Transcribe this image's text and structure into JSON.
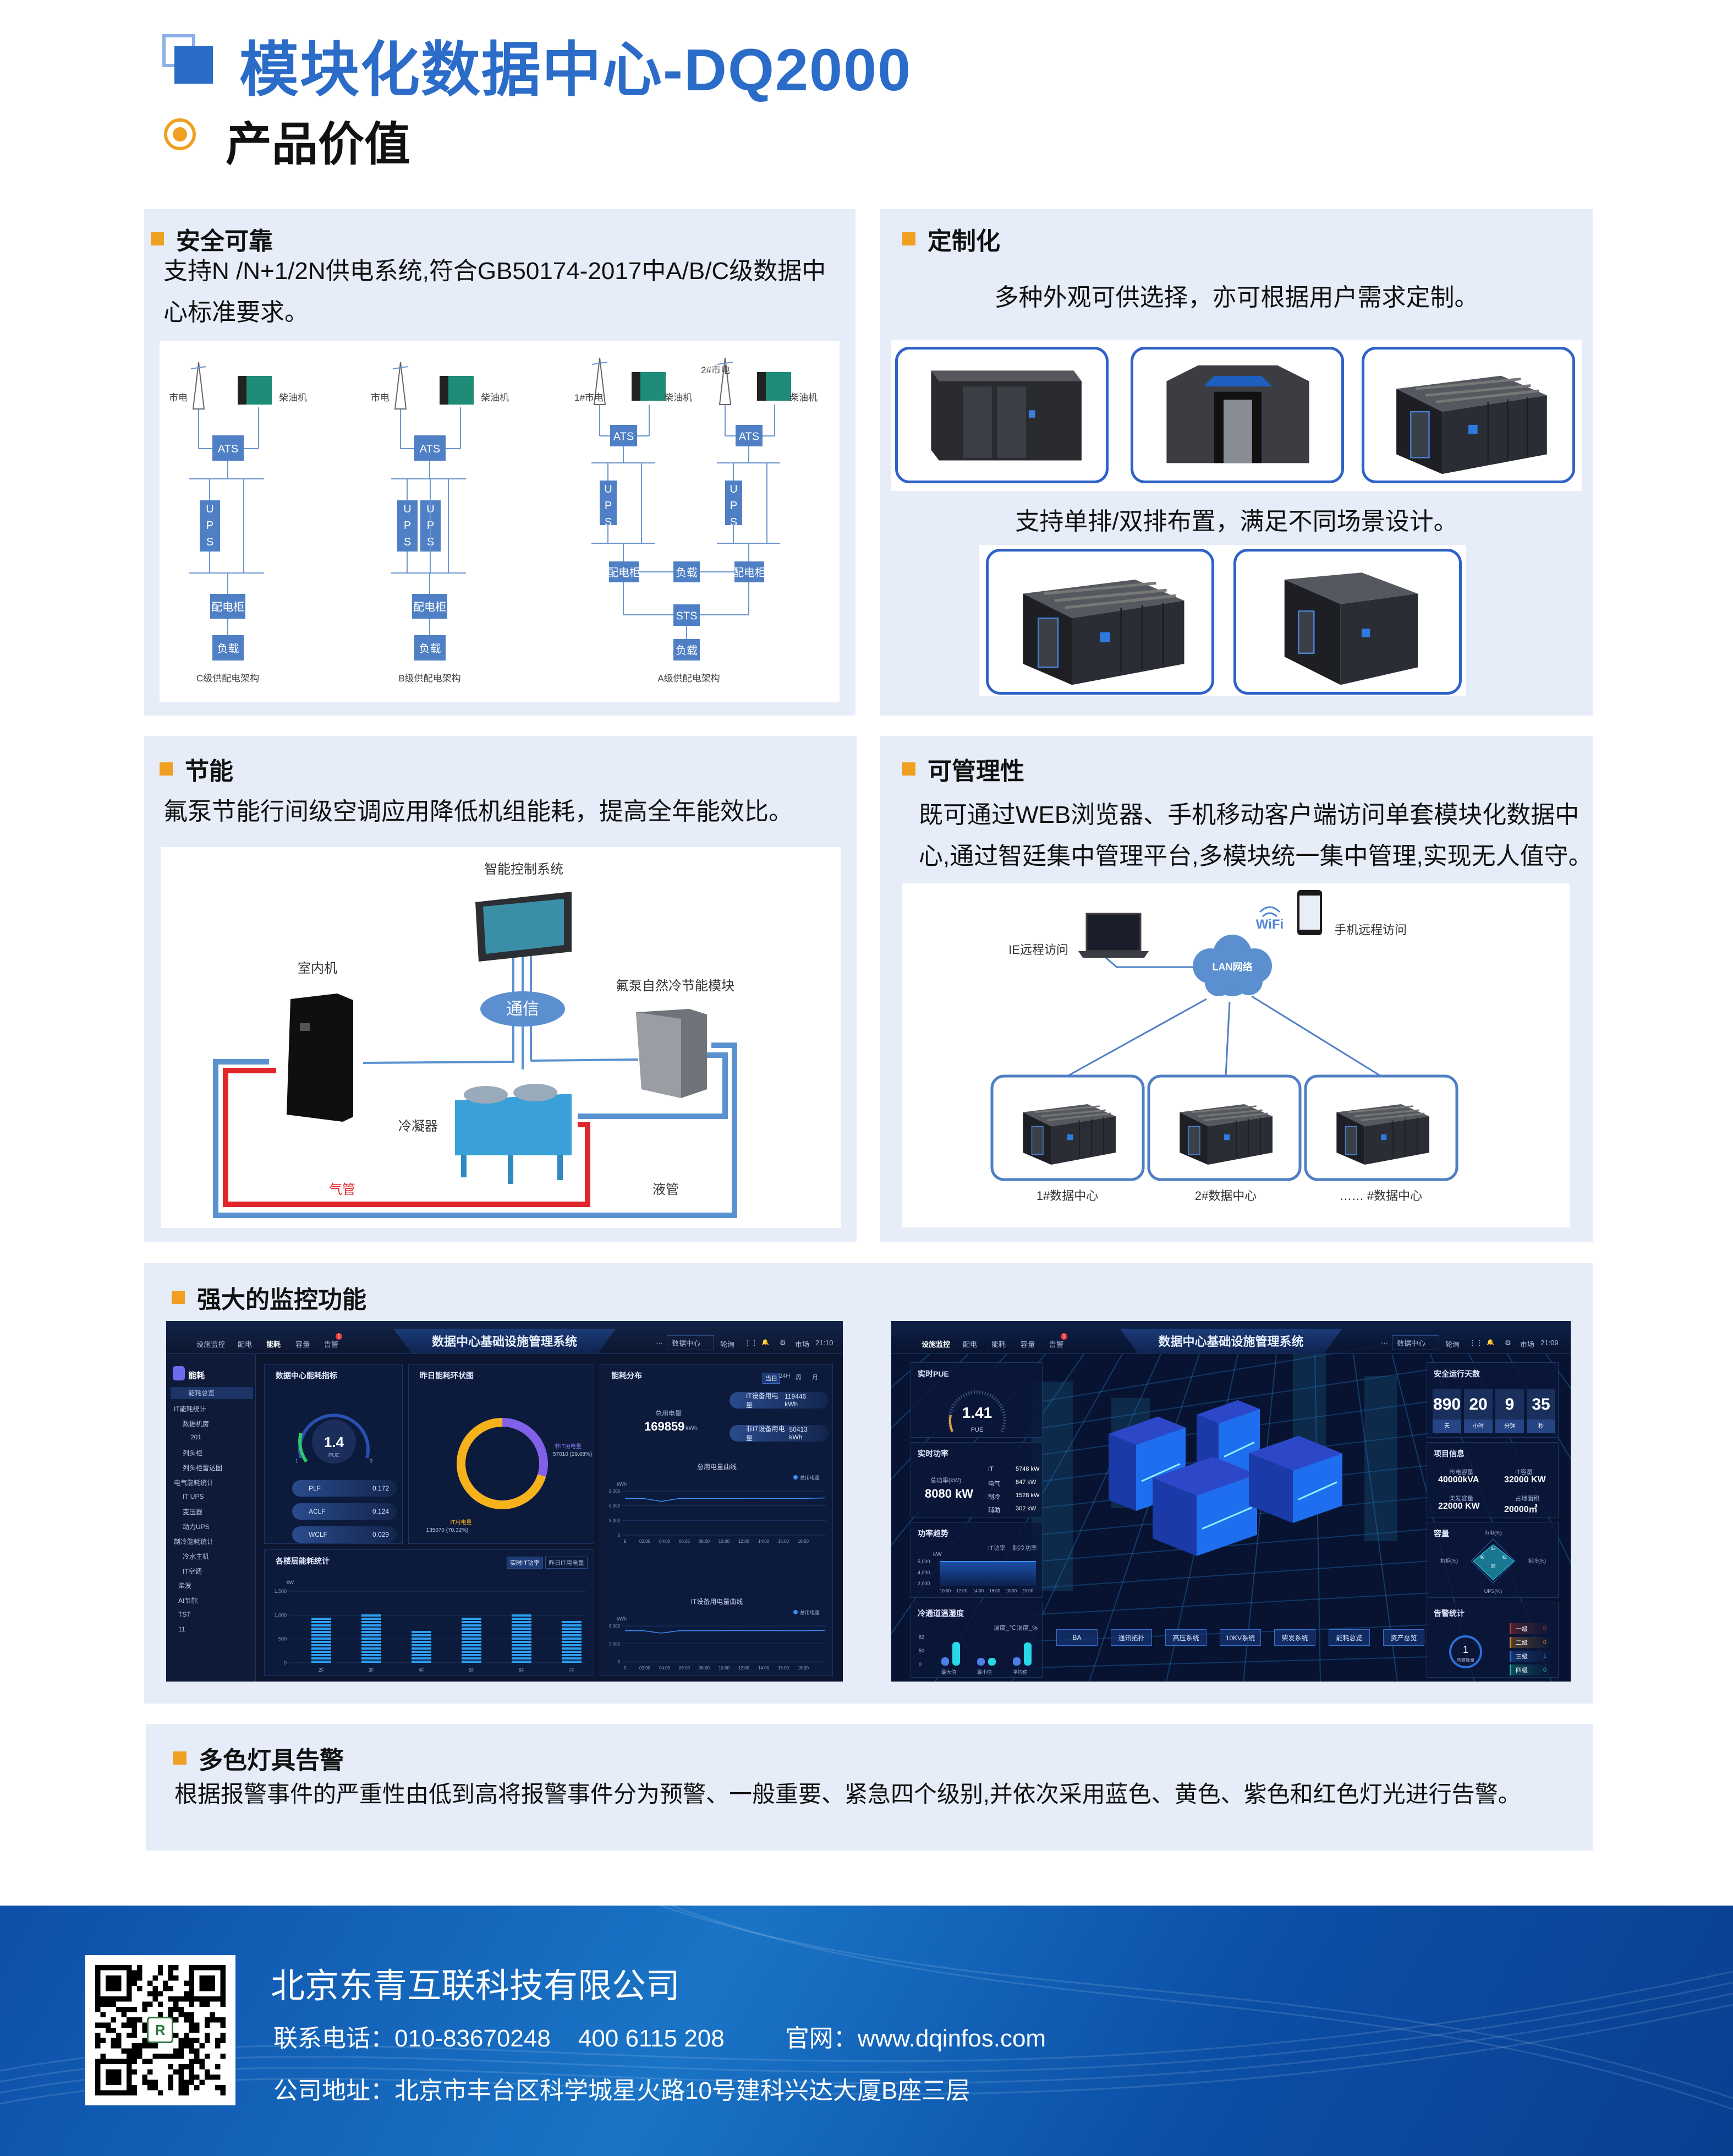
{
  "header": {
    "title": "模块化数据中心-DQ2000",
    "subtitle": "产品价值",
    "accent": "#2a6cc8",
    "marker": "#f0a020"
  },
  "safety": {
    "heading": "安全可靠",
    "text_line1": "支持N /N+1/2N供电系统,符合GB50174-2017中A/B/C级数据中",
    "text_line2": "心标准要求。",
    "diagram": {
      "mains": "市电",
      "diesel": "柴油机",
      "ats": "ATS",
      "ups": "UPS",
      "pdu": "配电柜",
      "load": "负载",
      "sts": "STS",
      "mains1": "1#市电",
      "mains2": "2#市电",
      "c_label": "C级供配电架构",
      "b_label": "B级供配电架构",
      "a_label": "A级供配电架构"
    }
  },
  "custom": {
    "heading": "定制化",
    "text1": "多种外观可供选择，亦可根据用户需求定制。",
    "text2": "支持单排/双排布置，满足不同场景设计。"
  },
  "energy": {
    "heading": "节能",
    "text": "氟泵节能行间级空调应用降低机组能耗，提高全年能效比。",
    "diagram": {
      "control": "智能控制系统",
      "comm": "通信",
      "indoor": "室内机",
      "module": "氟泵自然冷节能模块",
      "condenser": "冷凝器",
      "gas_pipe": "气管",
      "liquid_pipe": "液管"
    }
  },
  "manage": {
    "heading": "可管理性",
    "text_line1": "既可通过WEB浏览器、手机移动客户端访问单套模块化数据中",
    "text_line2": "心,通过智廷集中管理平台,多模块统一集中管理,实现无人值守。",
    "diagram": {
      "ie": "IE远程访问",
      "lan": "LAN网络",
      "wifi": "WiFi",
      "mobile": "手机远程访问",
      "dc1": "1#数据中心",
      "dc2": "2#数据中心",
      "dcn": "…… #数据中心"
    }
  },
  "monitor": {
    "heading": "强大的监控功能",
    "common": {
      "title": "数据中心基础设施管理系统",
      "nav": [
        "设施监控",
        "配电",
        "能耗",
        "容量",
        "告警"
      ],
      "alarm_badge": "1",
      "more": "···",
      "site": "数据中心",
      "poll": "轮询",
      "user": "市场"
    },
    "left": {
      "time": "21:10",
      "sidebar": [
        "能耗",
        "能耗总览",
        "IT能耗统计",
        "数据机房",
        "201",
        "列头柜",
        "列头柜雷达图",
        "电气能耗统计",
        "IT UPS",
        "变压器",
        "动力UPS",
        "制冷能耗统计",
        "冷水主机",
        "IT空调",
        "柴发",
        "AI节能",
        "TST",
        "11"
      ],
      "p1": {
        "title": "数据中心能耗指标",
        "pue": "1.4",
        "pue_label": "PUE",
        "gauge_min": "1",
        "gauge_max": "3",
        "pue_fraction": 0.2,
        "rows": [
          {
            "k": "PLF",
            "v": "0.172"
          },
          {
            "k": "ACLF",
            "v": "0.124"
          },
          {
            "k": "WCLF",
            "v": "0.029"
          }
        ]
      },
      "p2": {
        "title": "昨日能耗环状图",
        "non_it_label": "非IT用电量",
        "non_it_value": "57010 (29.68%)",
        "it_label": "IT用电量",
        "it_value": "135070 (70.32%)",
        "it_share": 70.32
      },
      "p3": {
        "title": "能耗分布",
        "tabs": [
          "当日",
          "24H",
          "周",
          "月"
        ],
        "total_label": "总用电量",
        "total_value": "169859",
        "unit": "kWh",
        "it_label": "IT设备用电量",
        "it_value": "119446 kWh",
        "nonit_label": "非IT设备用电量",
        "nonit_value": "50413 kWh",
        "chart1": {
          "title": "总用电量曲线",
          "legend": "总用电量",
          "ylabel": "kWh",
          "yticks": [
            "9,000",
            "6,000",
            "3,000",
            "0"
          ],
          "ymax": 9000,
          "values": [
            7500,
            7500,
            6900,
            7500,
            7500,
            7500,
            7500,
            7520,
            7500,
            7500,
            7510,
            7600
          ]
        },
        "chart2": {
          "title": "IT设备用电量曲线",
          "legend": "总用电量",
          "ylabel": "kWh",
          "yticks": [
            "6,000",
            "3,000",
            "0"
          ],
          "ymax": 6000,
          "values": [
            5200,
            5200,
            4800,
            5200,
            5200,
            5200,
            5210,
            5200,
            5220,
            5200,
            5200,
            5250
          ]
        },
        "xticks": [
          "9",
          "02:00",
          "04:00",
          "06:00",
          "08:00",
          "10:00",
          "12:00",
          "14:00",
          "16:00",
          "18:00"
        ]
      },
      "p4": {
        "title": "各楼层能耗统计",
        "toggles": [
          "实时IT功率",
          "昨日IT用电量"
        ],
        "ylabel": "kW",
        "yticks": [
          "1,500",
          "1,000",
          "500",
          "0"
        ],
        "ymax": 1500,
        "floors": [
          "2F",
          "3F",
          "4F",
          "5F",
          "6F",
          "7F"
        ],
        "values": [
          1000,
          1050,
          700,
          1000,
          1050,
          880
        ]
      }
    },
    "right": {
      "time": "21:09",
      "pue": {
        "title": "实时PUE",
        "value": "1.41",
        "label": "PUE"
      },
      "power": {
        "title": "实时功率",
        "total_label": "总功率(kW)",
        "total": "8080 kW",
        "items": [
          {
            "k": "IT",
            "v": "5748 kW"
          },
          {
            "k": "电气",
            "v": "847 kW"
          },
          {
            "k": "制冷",
            "v": "1528 kW"
          },
          {
            "k": "辅助",
            "v": "302 kW"
          }
        ]
      },
      "trend": {
        "title": "功率趋势",
        "legend": [
          "IT功率",
          "制冷功率"
        ],
        "ylabel": "kW",
        "yticks": [
          "5,000",
          "4,000",
          "2,000"
        ],
        "xticks": [
          "10:00",
          "12:00",
          "14:00",
          "16:00",
          "18:00",
          "20:00"
        ]
      },
      "cold": {
        "title": "冷通道温湿度",
        "legend": [
          "温度_℃",
          "湿度_%"
        ],
        "yticks": [
          "82",
          "50",
          "0"
        ],
        "groups": [
          "最大值",
          "最小值",
          "平均值"
        ],
        "temp": [
          22,
          20,
          21
        ],
        "hum": [
          62,
          20,
          60
        ],
        "ymax": 82
      },
      "uptime": {
        "title": "安全运行天数",
        "cells": [
          {
            "v": "890",
            "u": "天"
          },
          {
            "v": "20",
            "u": "小时"
          },
          {
            "v": "9",
            "u": "分钟"
          },
          {
            "v": "35",
            "u": "秒"
          }
        ]
      },
      "project": {
        "title": "项目信息",
        "items": [
          {
            "k": "市电容量",
            "v": "40000kVA"
          },
          {
            "k": "IT容量",
            "v": "32000 KW"
          },
          {
            "k": "柴发容量",
            "v": "22000 KW"
          },
          {
            "k": "占地面积",
            "v": "20000㎡"
          }
        ]
      },
      "capacity": {
        "title": "容量",
        "axes": [
          "市电(%)",
          "制冷(%)",
          "UPS(%)",
          "机柜(%)"
        ],
        "values": [
          33,
          42,
          38,
          40
        ]
      },
      "alarms": {
        "title": "告警统计",
        "count": "1",
        "count_label": "告警数量",
        "levels": [
          {
            "k": "一级",
            "v": "0",
            "c": "#c0392b"
          },
          {
            "k": "二级",
            "v": "0",
            "c": "#d68a1c"
          },
          {
            "k": "三级",
            "v": "1",
            "c": "#2d6fd8"
          },
          {
            "k": "四级",
            "v": "0",
            "c": "#1bb3a6"
          }
        ]
      },
      "buttons": [
        "BA",
        "通讯拓扑",
        "高压系统",
        "10KV系统",
        "柴发系统",
        "能耗总览",
        "资产总览"
      ]
    }
  },
  "alarm_light": {
    "heading": "多色灯具告警",
    "text": "根据报警事件的严重性由低到高将报警事件分为预警、一般重要、紧急四个级别,并依次采用蓝色、黄色、紫色和红色灯光进行告警。"
  },
  "footer": {
    "company": "北京东青互联科技有限公司",
    "phone_label": "联系电话：",
    "phone1": "010-83670248",
    "phone2": "400 6115 208",
    "web_label": "官网：",
    "web": "www.dqinfos.com",
    "address_label": "公司地址：",
    "address": "北京市丰台区科学城星火路10号建科兴达大厦B座三层"
  }
}
